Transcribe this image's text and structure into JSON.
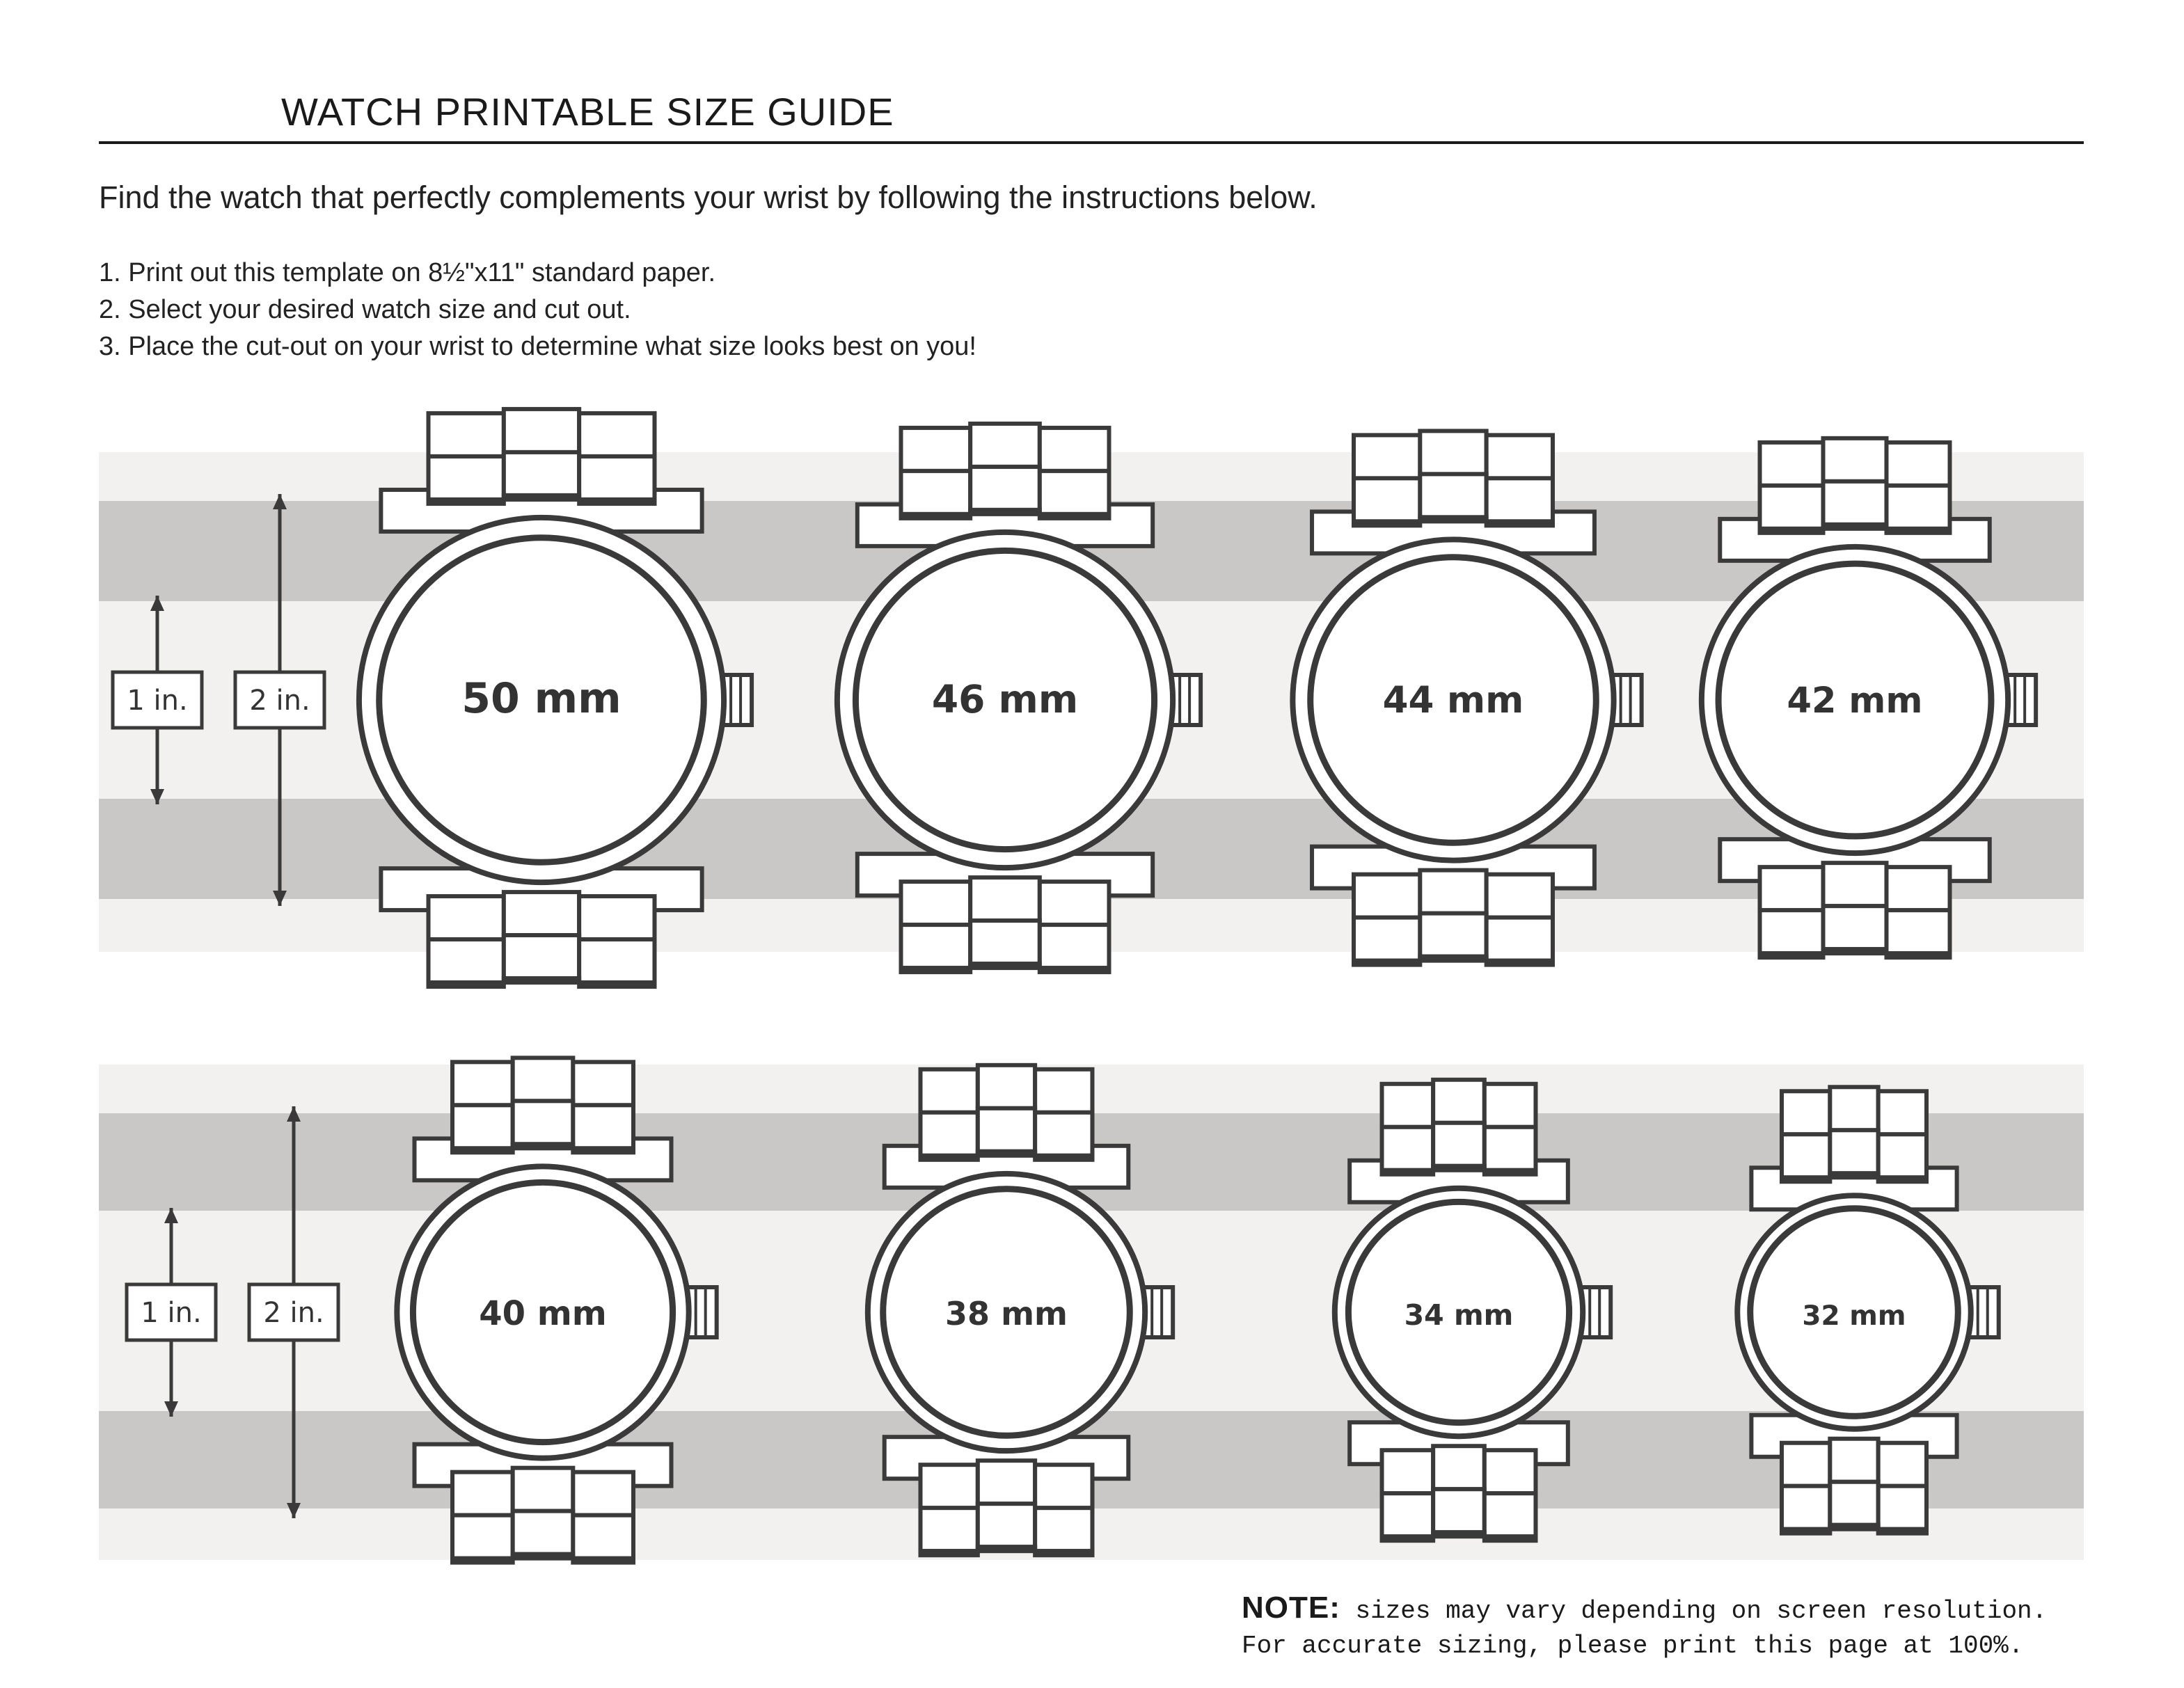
{
  "title": "WATCH PRINTABLE SIZE GUIDE",
  "intro": "Find the watch that perfectly complements your wrist by following the instructions below.",
  "steps": [
    "1. Print out this template on 8½\"x11\" standard paper.",
    "2. Select your desired watch size and cut out.",
    "3. Place the cut-out on your wrist to determine what size looks best on you!"
  ],
  "rows": [
    {
      "scale": {
        "one": "1 in.",
        "two": "2 in."
      },
      "watches": [
        {
          "label": "50 mm",
          "diameter_mm": 50
        },
        {
          "label": "46 mm",
          "diameter_mm": 46
        },
        {
          "label": "44 mm",
          "diameter_mm": 44
        },
        {
          "label": "42 mm",
          "diameter_mm": 42
        }
      ]
    },
    {
      "scale": {
        "one": "1 in.",
        "two": "2 in."
      },
      "watches": [
        {
          "label": "40 mm",
          "diameter_mm": 40
        },
        {
          "label": "38 mm",
          "diameter_mm": 38
        },
        {
          "label": "34 mm",
          "diameter_mm": 34
        },
        {
          "label": "32 mm",
          "diameter_mm": 32
        }
      ]
    }
  ],
  "note": {
    "label": "NOTE:",
    "line1": "sizes may vary depending on screen resolution.",
    "line2": "For accurate sizing, please print this page at 100%."
  },
  "colors": {
    "band_light": "#f2f1f0",
    "band_dark": "#c9c8c6",
    "ink": "#3a3a3a"
  }
}
